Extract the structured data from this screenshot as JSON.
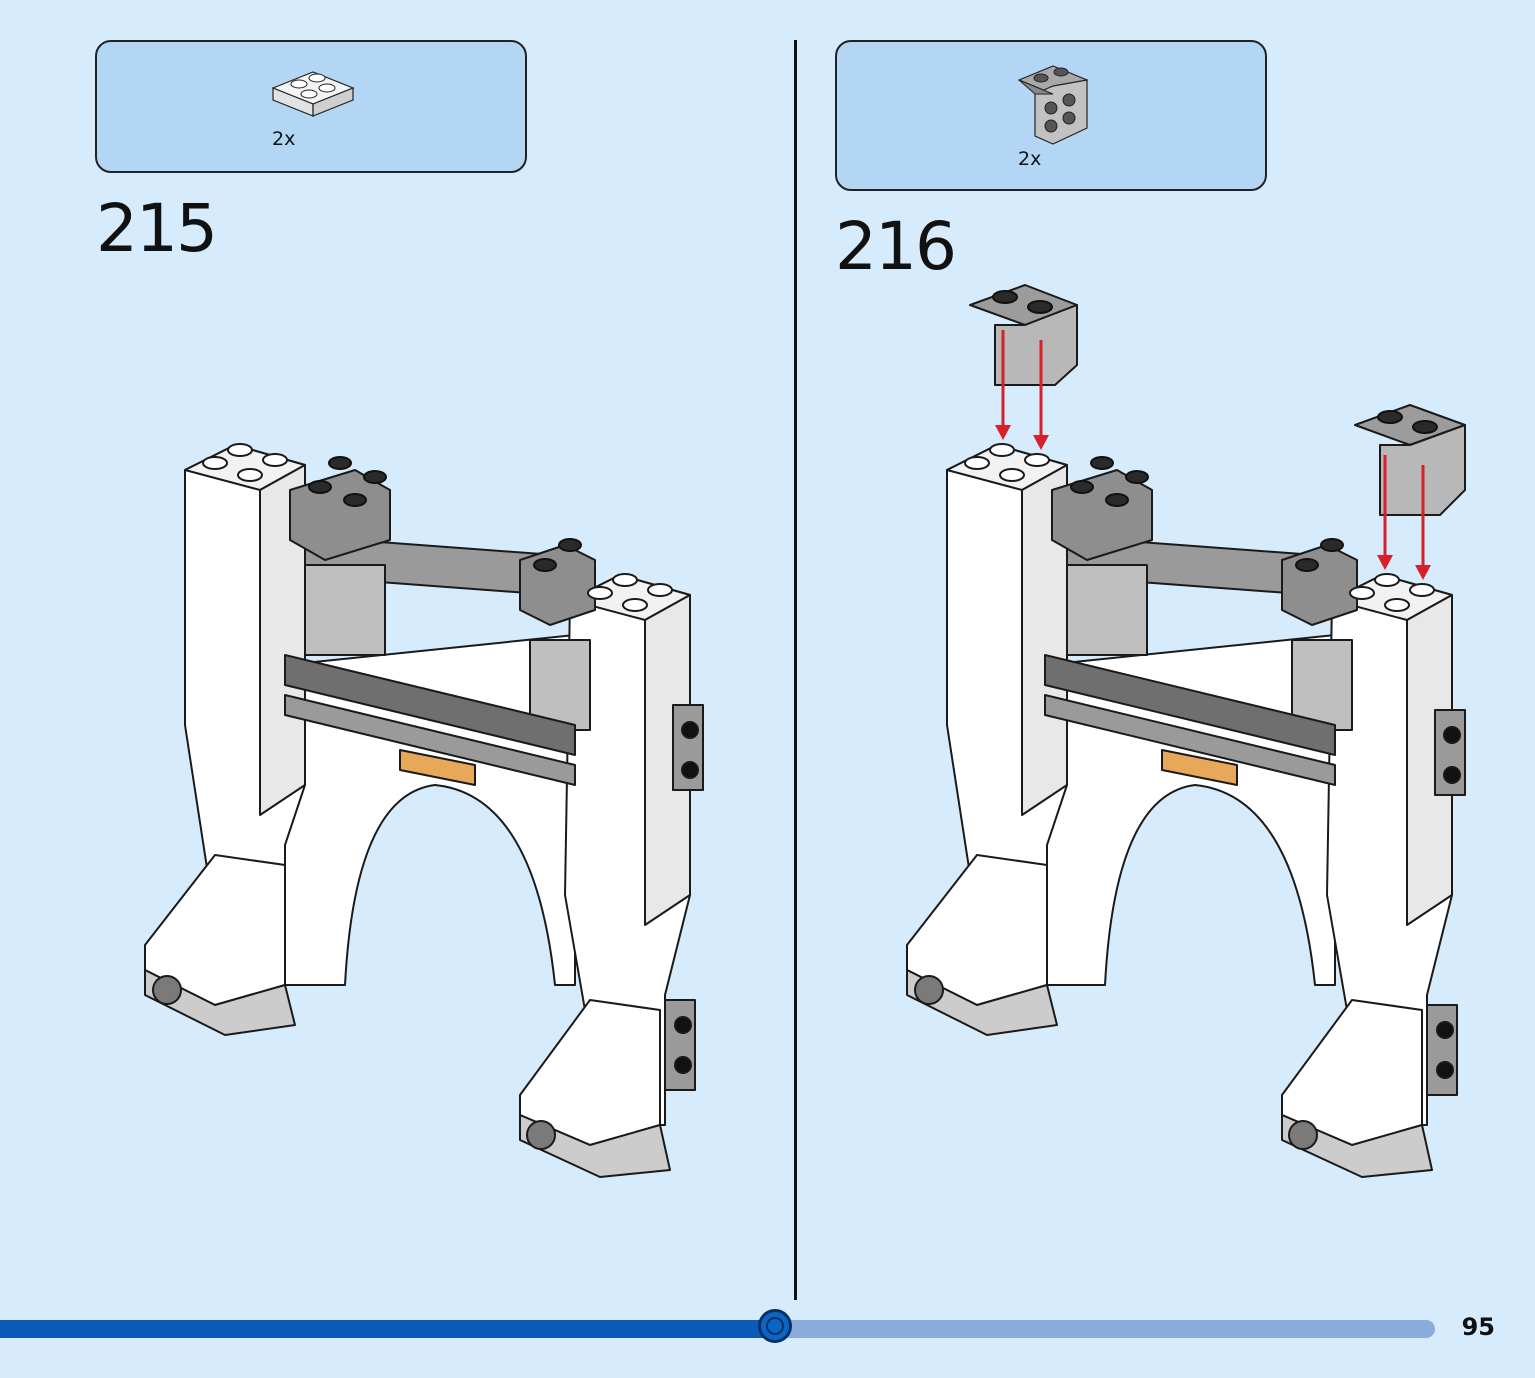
{
  "page": {
    "number": "95",
    "progress_fraction": 0.54
  },
  "steps": [
    {
      "number": "215",
      "parts": [
        {
          "name": "white-plate-2x2-icon",
          "qty": "2x"
        }
      ]
    },
    {
      "number": "216",
      "parts": [
        {
          "name": "gray-bracket-icon",
          "qty": "2x"
        }
      ]
    }
  ],
  "colors": {
    "background": "#d6ebfb",
    "callout": "#b2d6f4",
    "progress_fill": "#0a5cb6",
    "progress_track": "#8aacdd",
    "arrow": "#d6202a"
  }
}
